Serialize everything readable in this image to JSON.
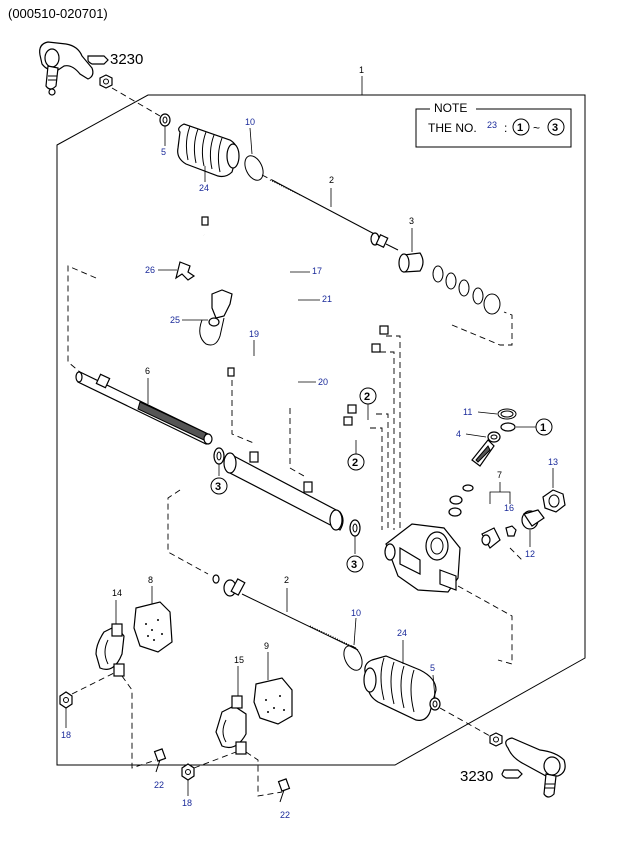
{
  "header": {
    "code": "(000510-020701)"
  },
  "note": {
    "title": "NOTE",
    "prefix": "THE NO.",
    "num": "23",
    "colon": ":",
    "from": "1",
    "tilde": "~",
    "to": "3"
  },
  "refs": {
    "top": "3230",
    "bottom": "3230"
  },
  "labels": {
    "p1": "1",
    "p2a": "2",
    "p2b": "2",
    "p3": "3",
    "p4": "4",
    "p5a": "5",
    "p5b": "5",
    "p6": "6",
    "p7": "7",
    "p8": "8",
    "p9": "9",
    "p10a": "10",
    "p10b": "10",
    "p11": "11",
    "p12": "12",
    "p13": "13",
    "p14": "14",
    "p15": "15",
    "p16": "16",
    "p17": "17",
    "p18a": "18",
    "p18b": "18",
    "p19": "19",
    "p20": "20",
    "p21": "21",
    "p22a": "22",
    "p22b": "22",
    "p24a": "24",
    "p24b": "24",
    "p25": "25",
    "p26": "26"
  },
  "callouts": {
    "c1": "1",
    "c2a": "2",
    "c2b": "2",
    "c3a": "3",
    "c3b": "3"
  }
}
